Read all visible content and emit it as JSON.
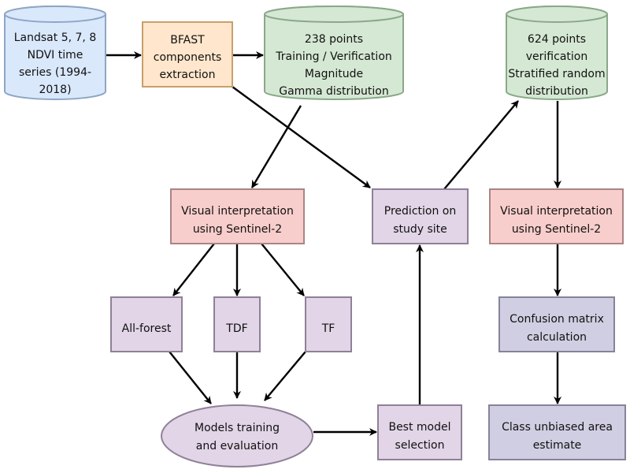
{
  "colors": {
    "blue_fill": "#dae8fc",
    "blue_stroke": "#8ea6c4",
    "orange_fill": "#ffe6cc",
    "orange_stroke": "#c8a06a",
    "green_fill": "#d5e8d4",
    "green_stroke": "#8aa888",
    "red_fill": "#f8cecc",
    "red_stroke": "#a88584",
    "purple_fill": "#e1d5e7",
    "purple_stroke": "#8f8097",
    "slate_fill": "#d0cee2",
    "slate_stroke": "#86839a",
    "arrow": "#000000"
  },
  "nodes": {
    "landsat": {
      "lines": [
        "Landsat 5, 7, 8",
        "NDVI time",
        "series (1994-",
        "2018)"
      ]
    },
    "bfast": {
      "lines": [
        "BFAST",
        "components",
        "extraction"
      ]
    },
    "points238": {
      "lines": [
        "238 points",
        "Training / Verification",
        "Magnitude",
        "Gamma distribution"
      ]
    },
    "points624": {
      "lines": [
        "624 points",
        "verification",
        "Stratified random",
        "distribution"
      ]
    },
    "visual_left": {
      "lines": [
        "Visual interpretation",
        "using Sentinel-2"
      ]
    },
    "prediction": {
      "lines": [
        "Prediction on",
        "study site"
      ]
    },
    "visual_right": {
      "lines": [
        "Visual interpretation",
        "using Sentinel-2"
      ]
    },
    "allforest": {
      "lines": [
        "All-forest"
      ]
    },
    "tdf": {
      "lines": [
        "TDF"
      ]
    },
    "tf": {
      "lines": [
        "TF"
      ]
    },
    "confusion": {
      "lines": [
        "Confusion matrix",
        "calculation"
      ]
    },
    "models": {
      "lines": [
        "Models training",
        "and evaluation"
      ]
    },
    "best": {
      "lines": [
        "Best model",
        "selection"
      ]
    },
    "unbiased": {
      "lines": [
        "Class unbiased area",
        "estimate"
      ]
    }
  },
  "edges": [
    {
      "from": "landsat",
      "to": "bfast"
    },
    {
      "from": "bfast",
      "to": "points238"
    },
    {
      "from": "bfast",
      "to": "prediction"
    },
    {
      "from": "points238",
      "to": "visual_left"
    },
    {
      "from": "visual_left",
      "to": "allforest"
    },
    {
      "from": "visual_left",
      "to": "tdf"
    },
    {
      "from": "visual_left",
      "to": "tf"
    },
    {
      "from": "allforest",
      "to": "models"
    },
    {
      "from": "tdf",
      "to": "models"
    },
    {
      "from": "tf",
      "to": "models"
    },
    {
      "from": "models",
      "to": "best"
    },
    {
      "from": "best",
      "to": "prediction"
    },
    {
      "from": "prediction",
      "to": "points624"
    },
    {
      "from": "points624",
      "to": "visual_right"
    },
    {
      "from": "visual_right",
      "to": "confusion"
    },
    {
      "from": "confusion",
      "to": "unbiased"
    }
  ]
}
